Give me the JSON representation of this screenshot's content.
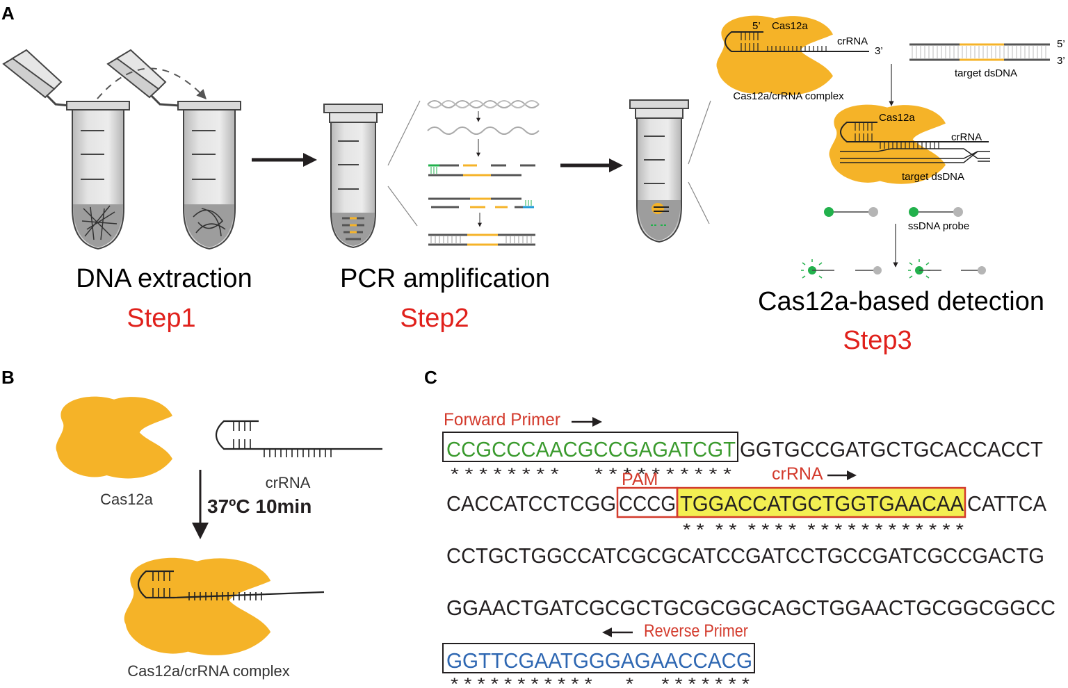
{
  "panel_labels": {
    "a": "A",
    "b": "B",
    "c": "C"
  },
  "panel_a": {
    "step1_title": "DNA extraction",
    "step1_label": "Step1",
    "step2_title": "PCR amplification",
    "step2_label": "Step2",
    "step3_title": "Cas12a-based detection",
    "step3_label": "Step3",
    "cas12a": "Cas12a",
    "five_prime": "5’",
    "three_prime": "3’",
    "crrna": "crRNA",
    "complex": "Cas12a/crRNA complex",
    "target_dsdna": "target dsDNA",
    "ssdna_probe": "ssDNA probe"
  },
  "panel_b": {
    "cas12a": "Cas12a",
    "crrna": "crRNA",
    "condition": "37ºC 10min",
    "complex": "Cas12a/crRNA complex"
  },
  "panel_c": {
    "forward_primer_label": "Forward Primer",
    "reverse_primer_label": "Reverse Primer",
    "pam_label": "PAM",
    "crrna_label": "crRNA",
    "line1_primer": "CCGCCCAACGCCGAGATCGT",
    "line1_rest": "GGTGCCGATGCTGCACCACCT",
    "line1_stars": "* * * * * * * *      * * * * * * * * * *",
    "line2_pre": "CACCATCCTCGG",
    "line2_pam": "CCCG",
    "line2_crrna": "TGGACCATGCTGGTGAACAA",
    "line2_post": "CATTCA",
    "line2_stars": "* *  * *  * * * *  * * * * * * * * * * * *",
    "line3": "CCTGCTGGCCATCGCGCATCCGATCCTGCCGATCGCCGACTG",
    "line4": "GGAACTGATCGCGCTGCGCGGCAGCTGGAACTGCGGCGGCC",
    "line5_primer": "GGTTCGAATGGGAGAACCACG",
    "line5_stars": "* * * * * * * * * * *      *     * * * * * * *"
  },
  "colors": {
    "cas_orange": "#f5b328",
    "red_label": "#e0201b",
    "forward_green": "#3a9a2d",
    "reverse_blue": "#2e67b2",
    "crrna_highlight": "#f3ef52",
    "probe_green": "#22b14c",
    "probe_gray": "#b5b5b5"
  }
}
